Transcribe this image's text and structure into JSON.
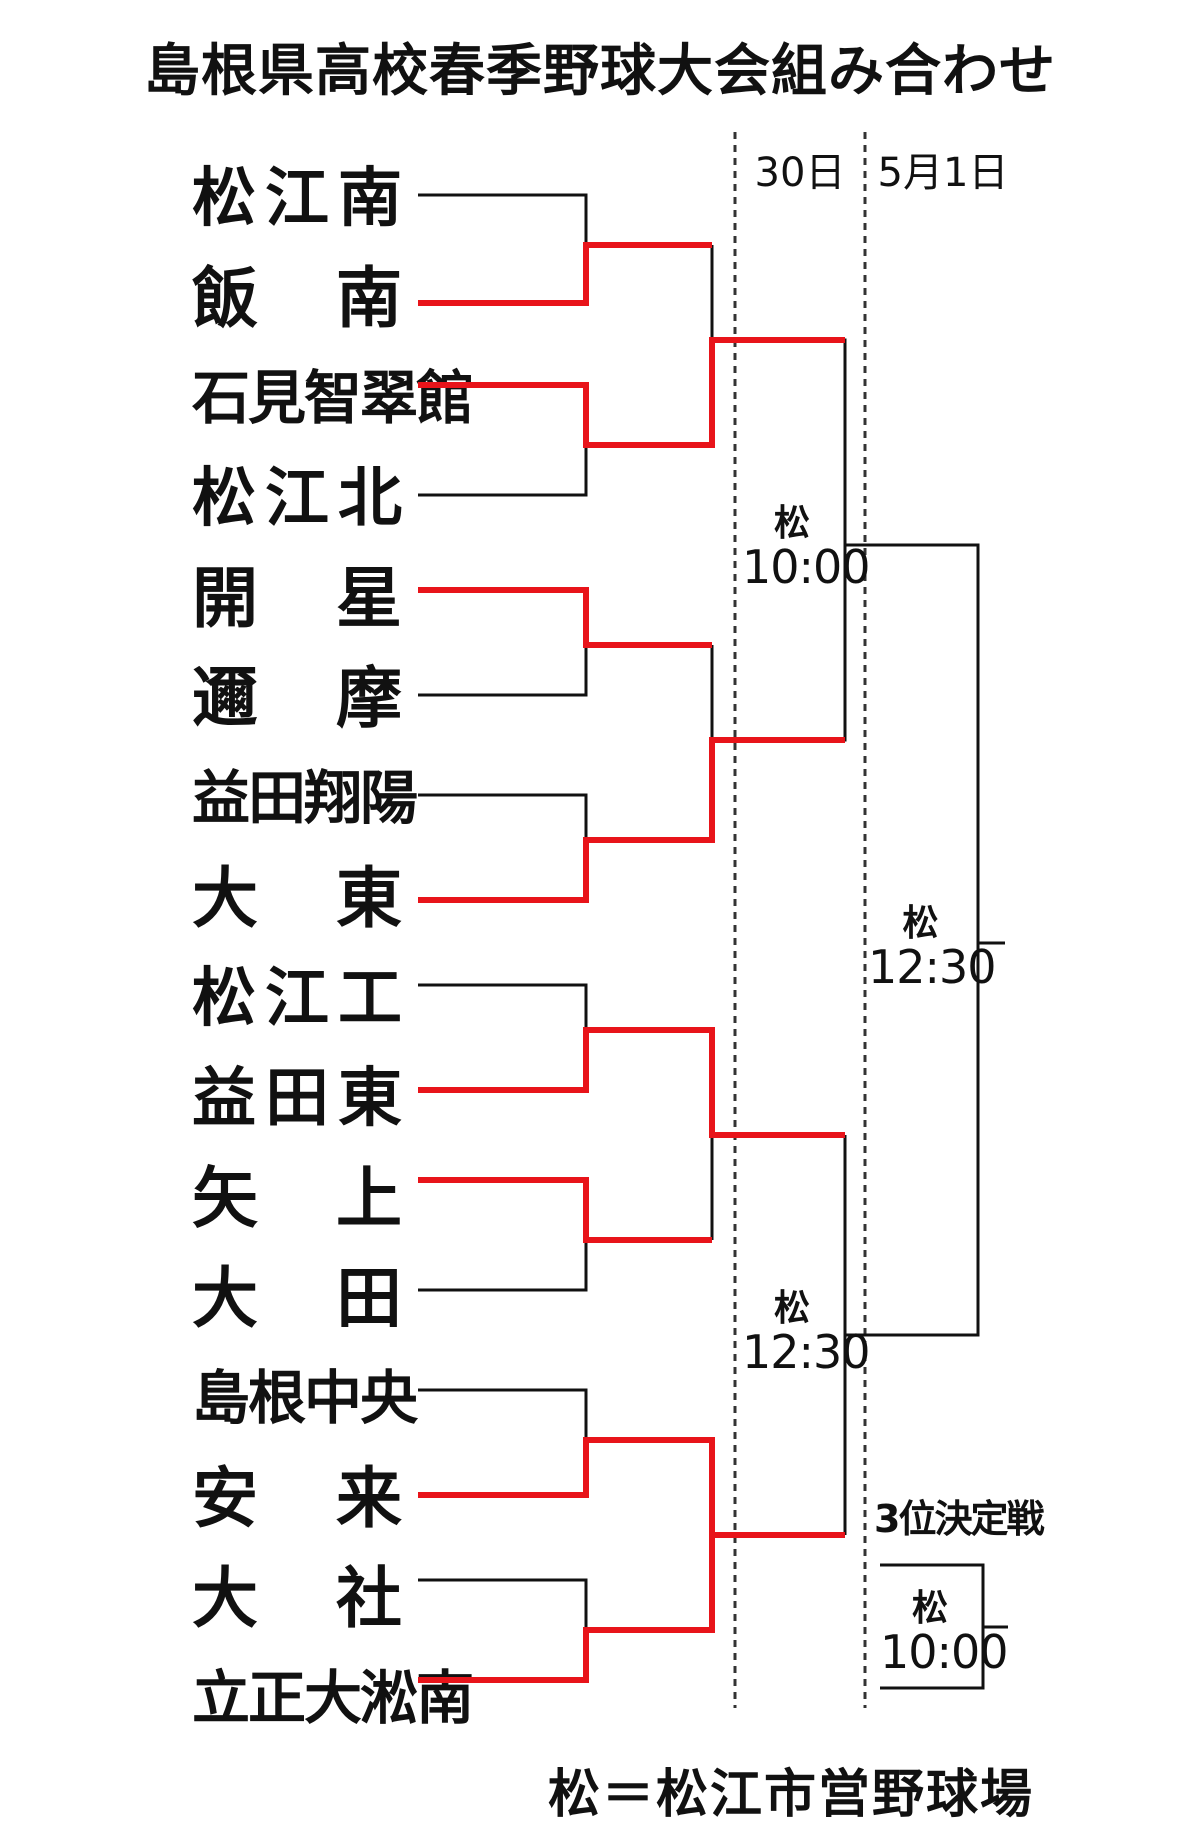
{
  "title": "島根県高校春季野球大会組み合わせ",
  "columns": {
    "day1": "30日",
    "day2": "5月1日"
  },
  "teams": [
    "松江南",
    "飯南",
    "石見智翠館",
    "松江北",
    "開星",
    "邇摩",
    "益田翔陽",
    "大東",
    "松江工",
    "益田東",
    "矢上",
    "大田",
    "島根中央",
    "安来",
    "大社",
    "立正大淞南"
  ],
  "venues": {
    "semi_top": {
      "venue": "松",
      "time": "10:00"
    },
    "semi_bottom": {
      "venue": "松",
      "time": "12:30"
    },
    "final": {
      "venue": "松",
      "time": "12:30"
    },
    "third_place": {
      "venue": "松",
      "time": "10:00"
    }
  },
  "third_place_label": "3位決定戦",
  "legend": "松＝松江市営野球場",
  "colors": {
    "winner_line": "#e8141a",
    "bracket_line": "#111111",
    "divider": "#333333"
  }
}
